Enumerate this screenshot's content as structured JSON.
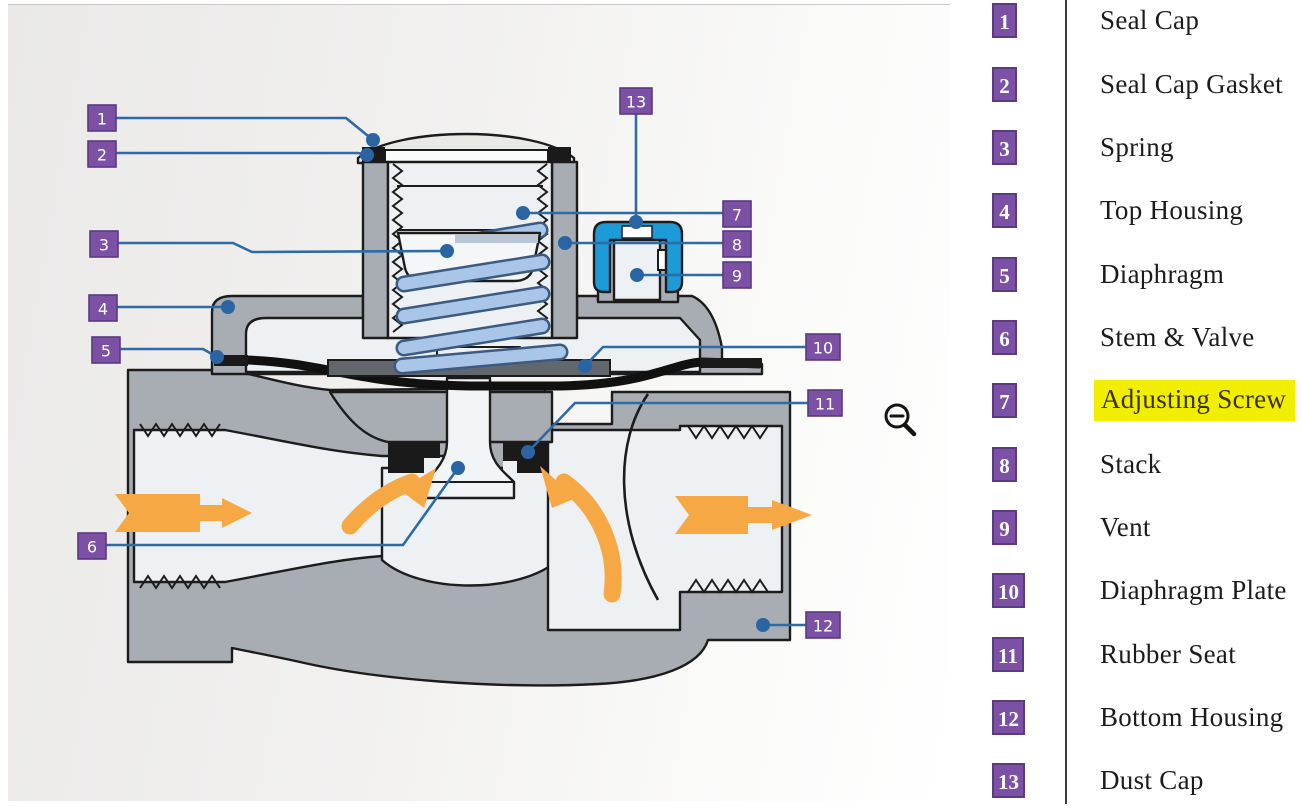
{
  "legend": {
    "items": [
      {
        "num": "1",
        "label": "Seal Cap",
        "highlighted": false
      },
      {
        "num": "2",
        "label": "Seal Cap Gasket",
        "highlighted": false
      },
      {
        "num": "3",
        "label": "Spring",
        "highlighted": false
      },
      {
        "num": "4",
        "label": "Top Housing",
        "highlighted": false
      },
      {
        "num": "5",
        "label": "Diaphragm",
        "highlighted": false
      },
      {
        "num": "6",
        "label": "Stem & Valve",
        "highlighted": false
      },
      {
        "num": "7",
        "label": "Adjusting Screw",
        "highlighted": true
      },
      {
        "num": "8",
        "label": "Stack",
        "highlighted": false
      },
      {
        "num": "9",
        "label": "Vent",
        "highlighted": false
      },
      {
        "num": "10",
        "label": "Diaphragm Plate",
        "highlighted": false
      },
      {
        "num": "11",
        "label": "Rubber Seat",
        "highlighted": false
      },
      {
        "num": "12",
        "label": "Bottom Housing",
        "highlighted": false
      },
      {
        "num": "13",
        "label": "Dust Cap",
        "highlighted": false
      }
    ]
  },
  "diagram": {
    "callouts": [
      {
        "num": "1"
      },
      {
        "num": "2"
      },
      {
        "num": "3"
      },
      {
        "num": "4"
      },
      {
        "num": "5"
      },
      {
        "num": "6"
      },
      {
        "num": "7"
      },
      {
        "num": "8"
      },
      {
        "num": "9"
      },
      {
        "num": "10"
      },
      {
        "num": "11"
      },
      {
        "num": "12"
      },
      {
        "num": "13"
      }
    ]
  },
  "icons": {
    "zoom_out": "magnifier-minus"
  },
  "colors": {
    "accent_purple": "#7c50a4",
    "highlight_yellow": "#f2ee00",
    "leader_blue": "#2d6aa6",
    "flow_arrow_orange": "#f6a844",
    "dust_cap_blue": "#1d9bd9",
    "body_gray": "#a8adb3"
  }
}
